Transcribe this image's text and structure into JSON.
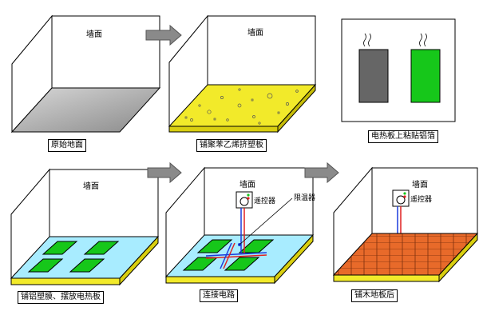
{
  "wall_label": "墙面",
  "steps": [
    {
      "caption": "原始地面"
    },
    {
      "caption": "铺聚苯乙烯挤塑板"
    },
    {
      "caption": "电热板上粘贴铝箔"
    },
    {
      "caption": "铺铝塑膜、摆放电热板"
    },
    {
      "caption": "连接电路"
    },
    {
      "caption": "铺木地板后"
    }
  ],
  "thermostat_label": "遥控器",
  "filter_label": "限温器",
  "colors": {
    "insulation_yellow": "#f2ea2a",
    "foil_cyan": "#a8ecff",
    "heater_green": "#16c71a",
    "heater_gray": "#666666",
    "wood_orange": "#e86a2a",
    "arrow_gray": "#8a8a8a"
  }
}
